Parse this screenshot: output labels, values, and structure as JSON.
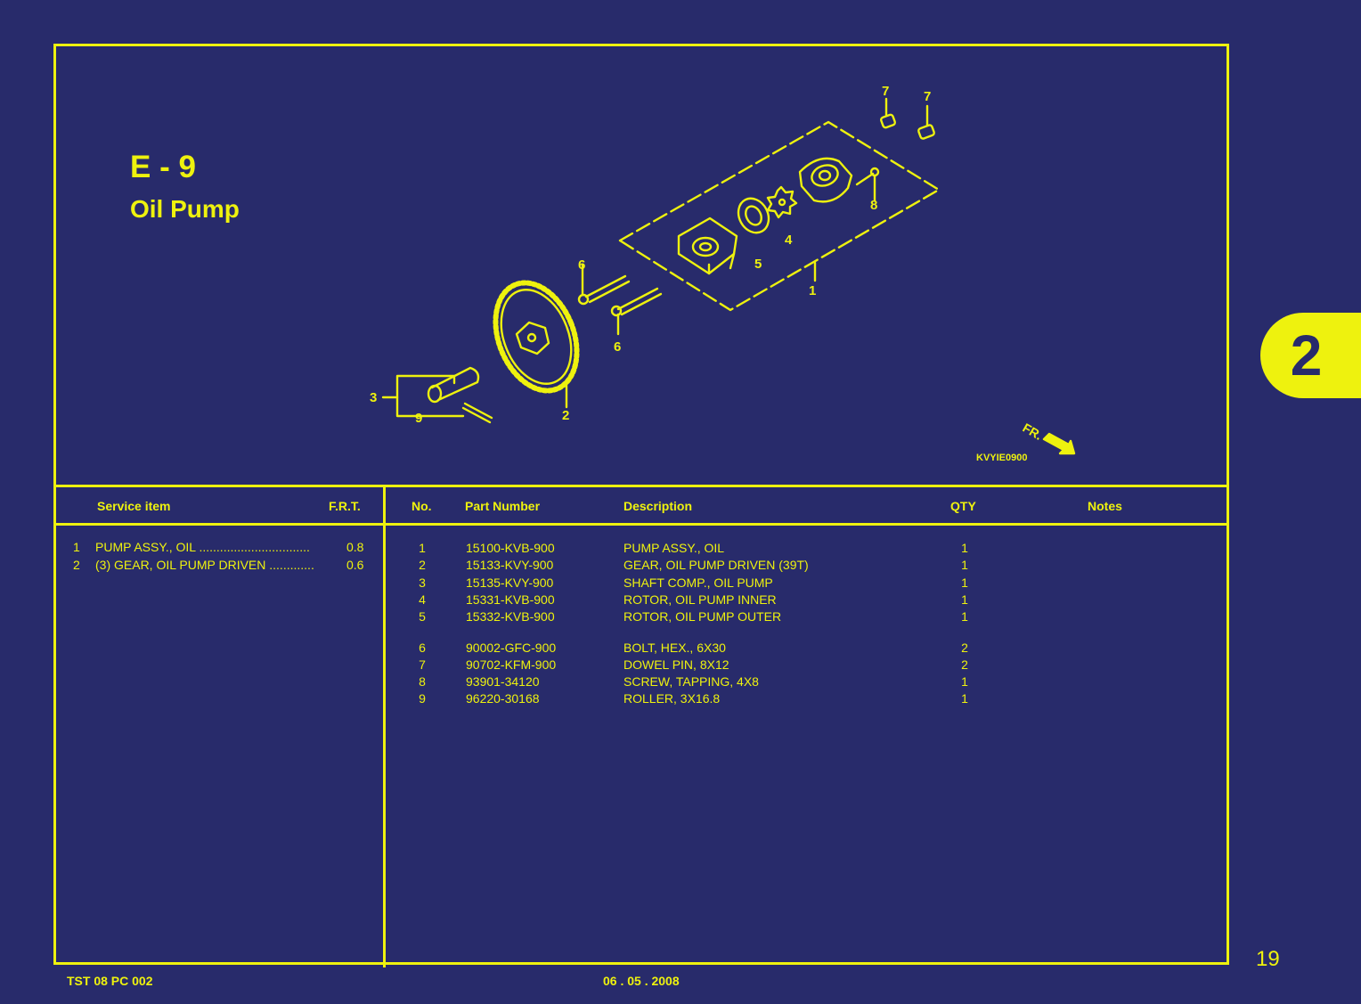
{
  "page": {
    "code": "E - 9",
    "title": "Oil Pump",
    "tab_number": "2",
    "page_number": "19"
  },
  "diagram": {
    "image_code": "KVYIE0900",
    "front_marker": "FR.",
    "callouts": [
      "1",
      "2",
      "3",
      "4",
      "5",
      "6",
      "6",
      "7",
      "7",
      "8",
      "9"
    ]
  },
  "service": {
    "headers": {
      "item": "Service item",
      "frt": "F.R.T."
    },
    "rows": [
      {
        "no": "1",
        "item": "PUMP ASSY., OIL ................................",
        "frt": "0.8"
      },
      {
        "no": "2",
        "item": "(3) GEAR, OIL PUMP DRIVEN .............",
        "frt": "0.6"
      }
    ]
  },
  "parts": {
    "headers": {
      "no": "No.",
      "part_number": "Part Number",
      "description": "Description",
      "qty": "QTY",
      "notes": "Notes"
    },
    "rows": [
      {
        "no": "1",
        "part_number": "15100-KVB-900",
        "description": "PUMP ASSY., OIL",
        "qty": "1"
      },
      {
        "no": "2",
        "part_number": "15133-KVY-900",
        "description": "GEAR, OIL PUMP DRIVEN (39T)",
        "qty": "1"
      },
      {
        "no": "3",
        "part_number": "15135-KVY-900",
        "description": "SHAFT COMP., OIL PUMP",
        "qty": "1"
      },
      {
        "no": "4",
        "part_number": "15331-KVB-900",
        "description": "ROTOR, OIL PUMP INNER",
        "qty": "1"
      },
      {
        "no": "5",
        "part_number": "15332-KVB-900",
        "description": "ROTOR, OIL PUMP OUTER",
        "qty": "1"
      },
      {
        "no": "6",
        "part_number": "90002-GFC-900",
        "description": "BOLT, HEX., 6X30",
        "qty": "2"
      },
      {
        "no": "7",
        "part_number": "90702-KFM-900",
        "description": "DOWEL PIN, 8X12",
        "qty": "2"
      },
      {
        "no": "8",
        "part_number": "93901-34120",
        "description": "SCREW, TAPPING, 4X8",
        "qty": "1"
      },
      {
        "no": "9",
        "part_number": "96220-30168",
        "description": "ROLLER, 3X16.8",
        "qty": "1"
      }
    ]
  },
  "footer": {
    "doc_code": "TST 08 PC 002",
    "date": "06 . 05 . 2008"
  },
  "colors": {
    "background": "#282B6B",
    "accent": "#EEF20E"
  }
}
